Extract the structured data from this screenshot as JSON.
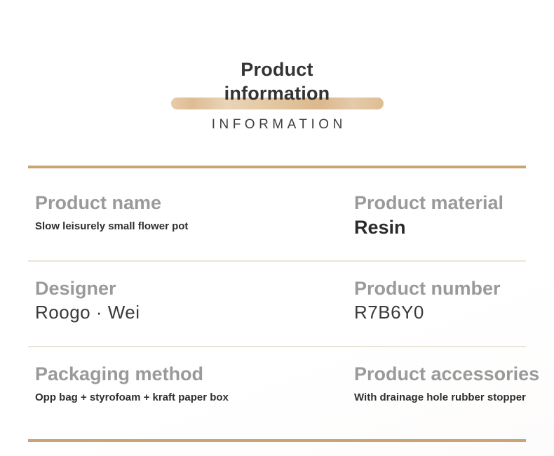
{
  "header": {
    "title_line_1": "Product",
    "title_line_2": "information",
    "subtitle": "INFORMATION",
    "accent_bar_color": "#dcb98e"
  },
  "theme": {
    "gold_rule_color": "#c9a474",
    "light_rule_color": "#ece4d9",
    "label_color": "#9a9a9a",
    "value_color": "#2f2f2f",
    "background_color": "#ffffff"
  },
  "rows": [
    {
      "left": {
        "label": "Product name",
        "value": "Slow leisurely small flower pot"
      },
      "right": {
        "label": "Product material",
        "value": "Resin"
      }
    },
    {
      "left": {
        "label": "Designer",
        "value": "Roogo · Wei"
      },
      "right": {
        "label": "Product number",
        "value": "R7B6Y0"
      }
    },
    {
      "left": {
        "label": "Packaging method",
        "value": "Opp bag + styrofoam + kraft paper box"
      },
      "right": {
        "label": "Product accessories",
        "value": "With drainage hole rubber stopper"
      }
    }
  ]
}
